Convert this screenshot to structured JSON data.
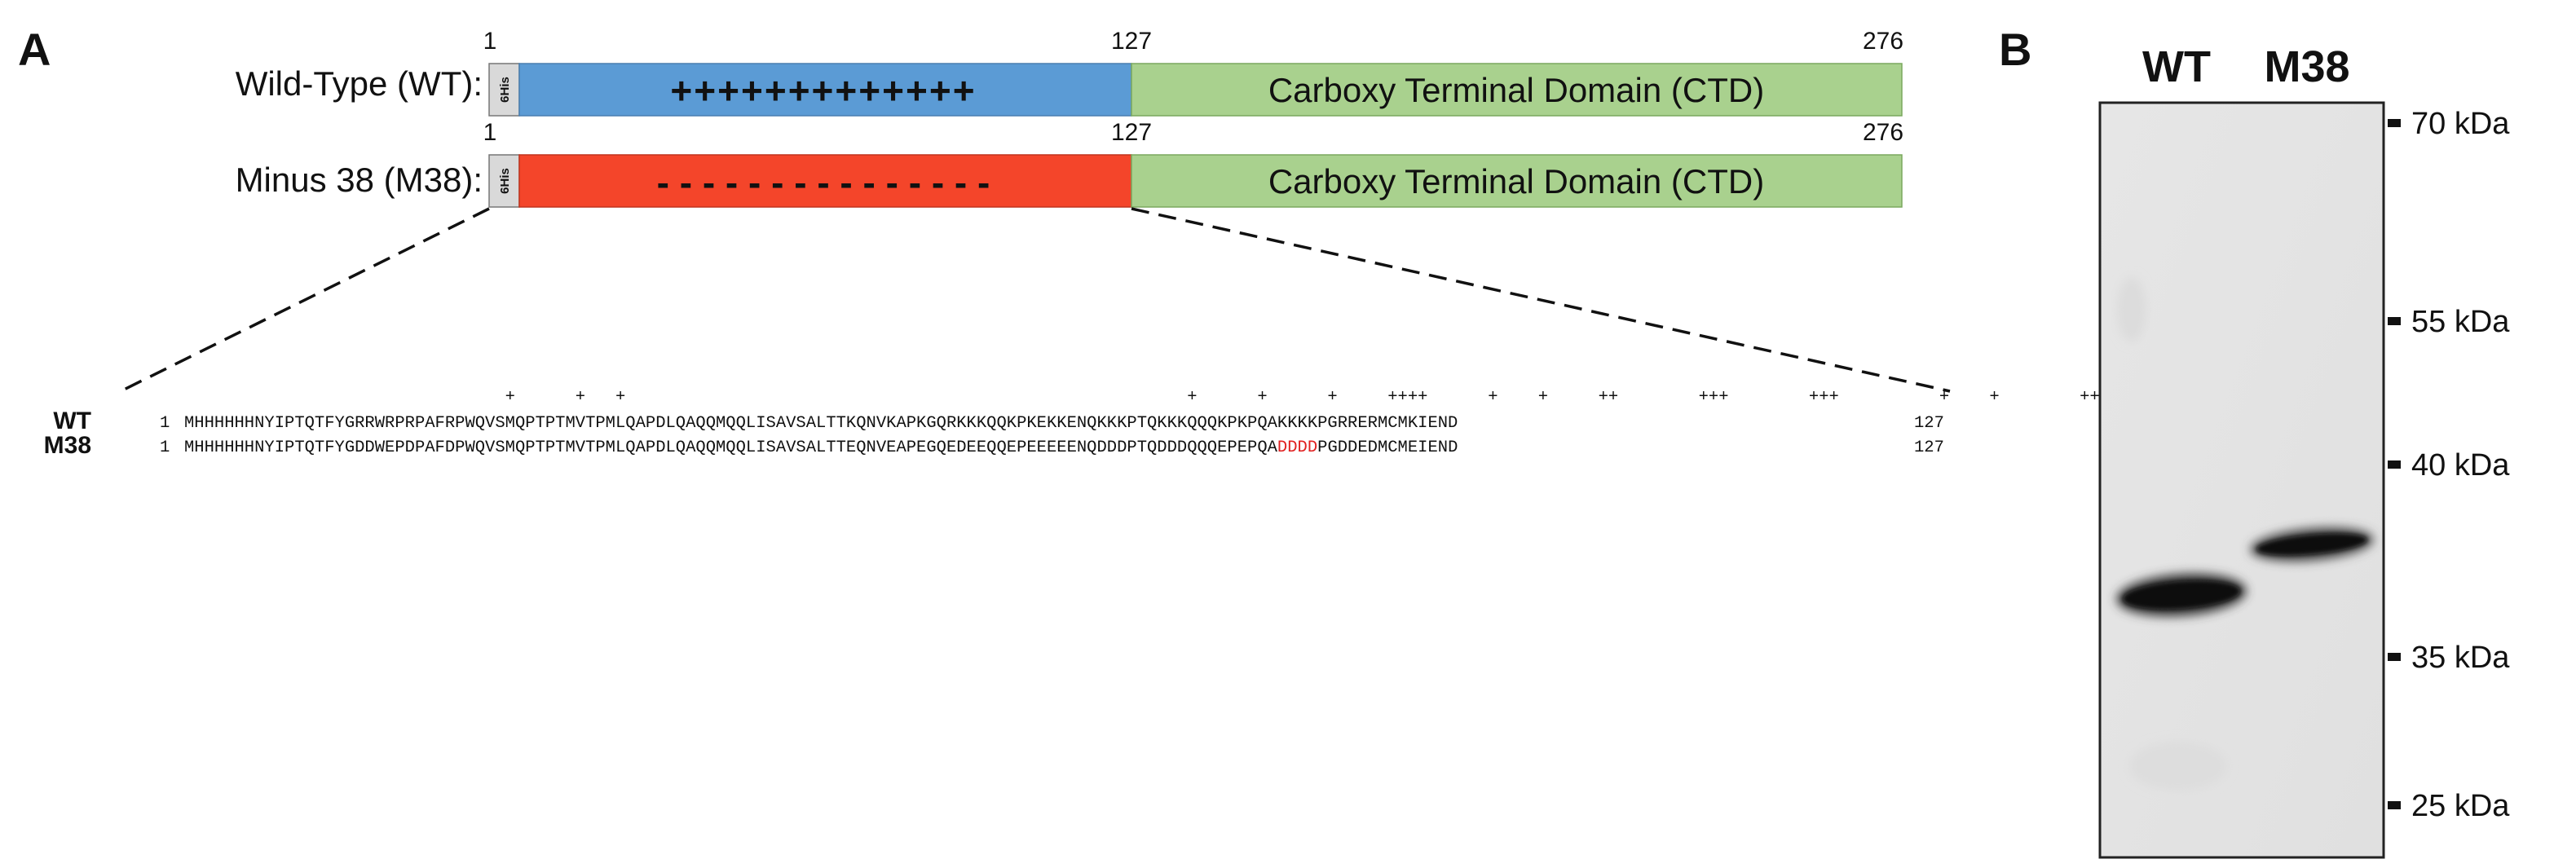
{
  "panel_a": {
    "label": "A",
    "constructs": [
      {
        "name": "Wild-Type (WT):",
        "tag": "6His",
        "domain_text": "+++++++++++++",
        "ctd_label": "Carboxy Terminal Domain (CTD)",
        "pos_start": "1",
        "pos_mid": "127",
        "pos_end": "276",
        "domain_color": "#5b9bd5",
        "ctd_color": "#a9d18e",
        "tag_color": "#d9d9d9"
      },
      {
        "name": "Minus 38 (M38):",
        "tag": "6His",
        "domain_text": "- - - - - - - - - - - - - - -",
        "ctd_label": "Carboxy Terminal Domain (CTD)",
        "pos_start": "1",
        "pos_mid": "127",
        "pos_end": "276",
        "domain_color": "#f4452a",
        "ctd_color": "#a9d18e",
        "tag_color": "#d9d9d9"
      }
    ],
    "alignment": {
      "charge_marks": "                                +      +   +                                                        +      +      +     ++++      +    +     ++        +++        +++          +    +        ++++      ++    +        +",
      "wt_label": "WT",
      "wt_start": "1",
      "wt_prefix": "MHHHHHHNYIPTQTFYGRRWRPRPAFRPWQVSMQPTPTMVTPMLQAPDLQAQQMQQLISAVSALTTKQNVKAPKGQRKKKQQKPKEKKENQKKKPTQKKKQQQKPKPQAKKKKPGRRERMCMKIEND",
      "wt_end": "127",
      "m38_label": "M38",
      "m38_start": "1",
      "m38_prefix": "MHHHHHHNYIPTQTFYGDDWEPDPAFDPWQVSMQPTPTMVTPMLQAPDLQAQQMQQLISAVSALTTEQNVEAPEGQEDEEQQEPEEEEENQDDDPTQDDDQQQEPEPQA",
      "m38_highlight": "DDDD",
      "m38_suffix": "PGDDEDMCMEIEND",
      "m38_end": "127",
      "highlight_color": "#e02020"
    }
  },
  "panel_b": {
    "label": "B",
    "lanes": [
      "WT",
      "M38"
    ],
    "markers": [
      "70 kDa",
      "55 kDa",
      "40 kDa",
      "35 kDa",
      "25 kDa"
    ]
  }
}
